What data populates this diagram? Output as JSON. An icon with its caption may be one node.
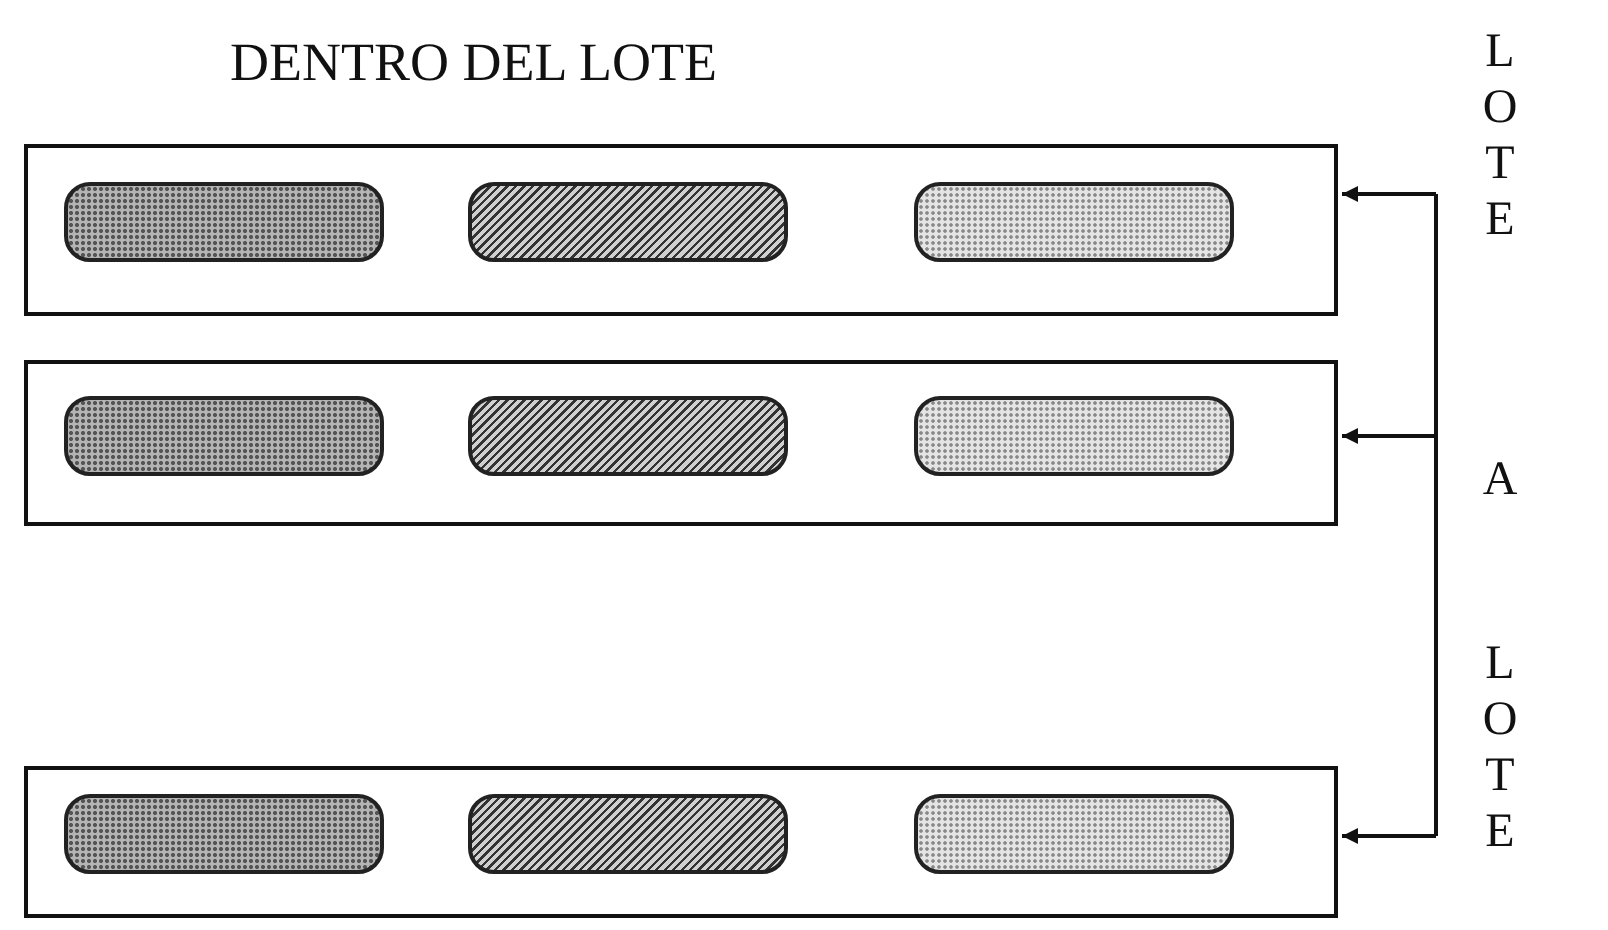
{
  "diagram": {
    "title": "DENTRO DEL LOTE",
    "nodes": [
      {
        "text": [],
        "shape": "box"
      },
      {
        "text": [],
        "shape": "bar",
        "in": 0
      },
      {
        "text": [],
        "shape": "bar",
        "in": 0
      },
      {
        "text": [],
        "shape": "bar",
        "in": 0
      },
      {
        "text": [],
        "shape": "box"
      },
      {
        "text": [],
        "shape": "bar",
        "in": 4
      },
      {
        "text": [],
        "shape": "bar",
        "in": 4
      },
      {
        "text": [],
        "shape": "bar",
        "in": 4
      },
      {
        "text": [],
        "shape": "box"
      },
      {
        "text": [],
        "shape": "bar",
        "in": 8
      },
      {
        "text": [],
        "shape": "bar",
        "in": 8
      },
      {
        "text": [],
        "shape": "bar",
        "in": 8
      }
    ],
    "edges": [
      {
        "from": null,
        "to": 0,
        "arrow": "to"
      },
      {
        "from": null,
        "to": 4,
        "arrow": "to"
      },
      {
        "from": null,
        "to": 8,
        "arrow": "to"
      }
    ],
    "labels": [
      "LOTE",
      "A",
      "LOTE"
    ]
  }
}
